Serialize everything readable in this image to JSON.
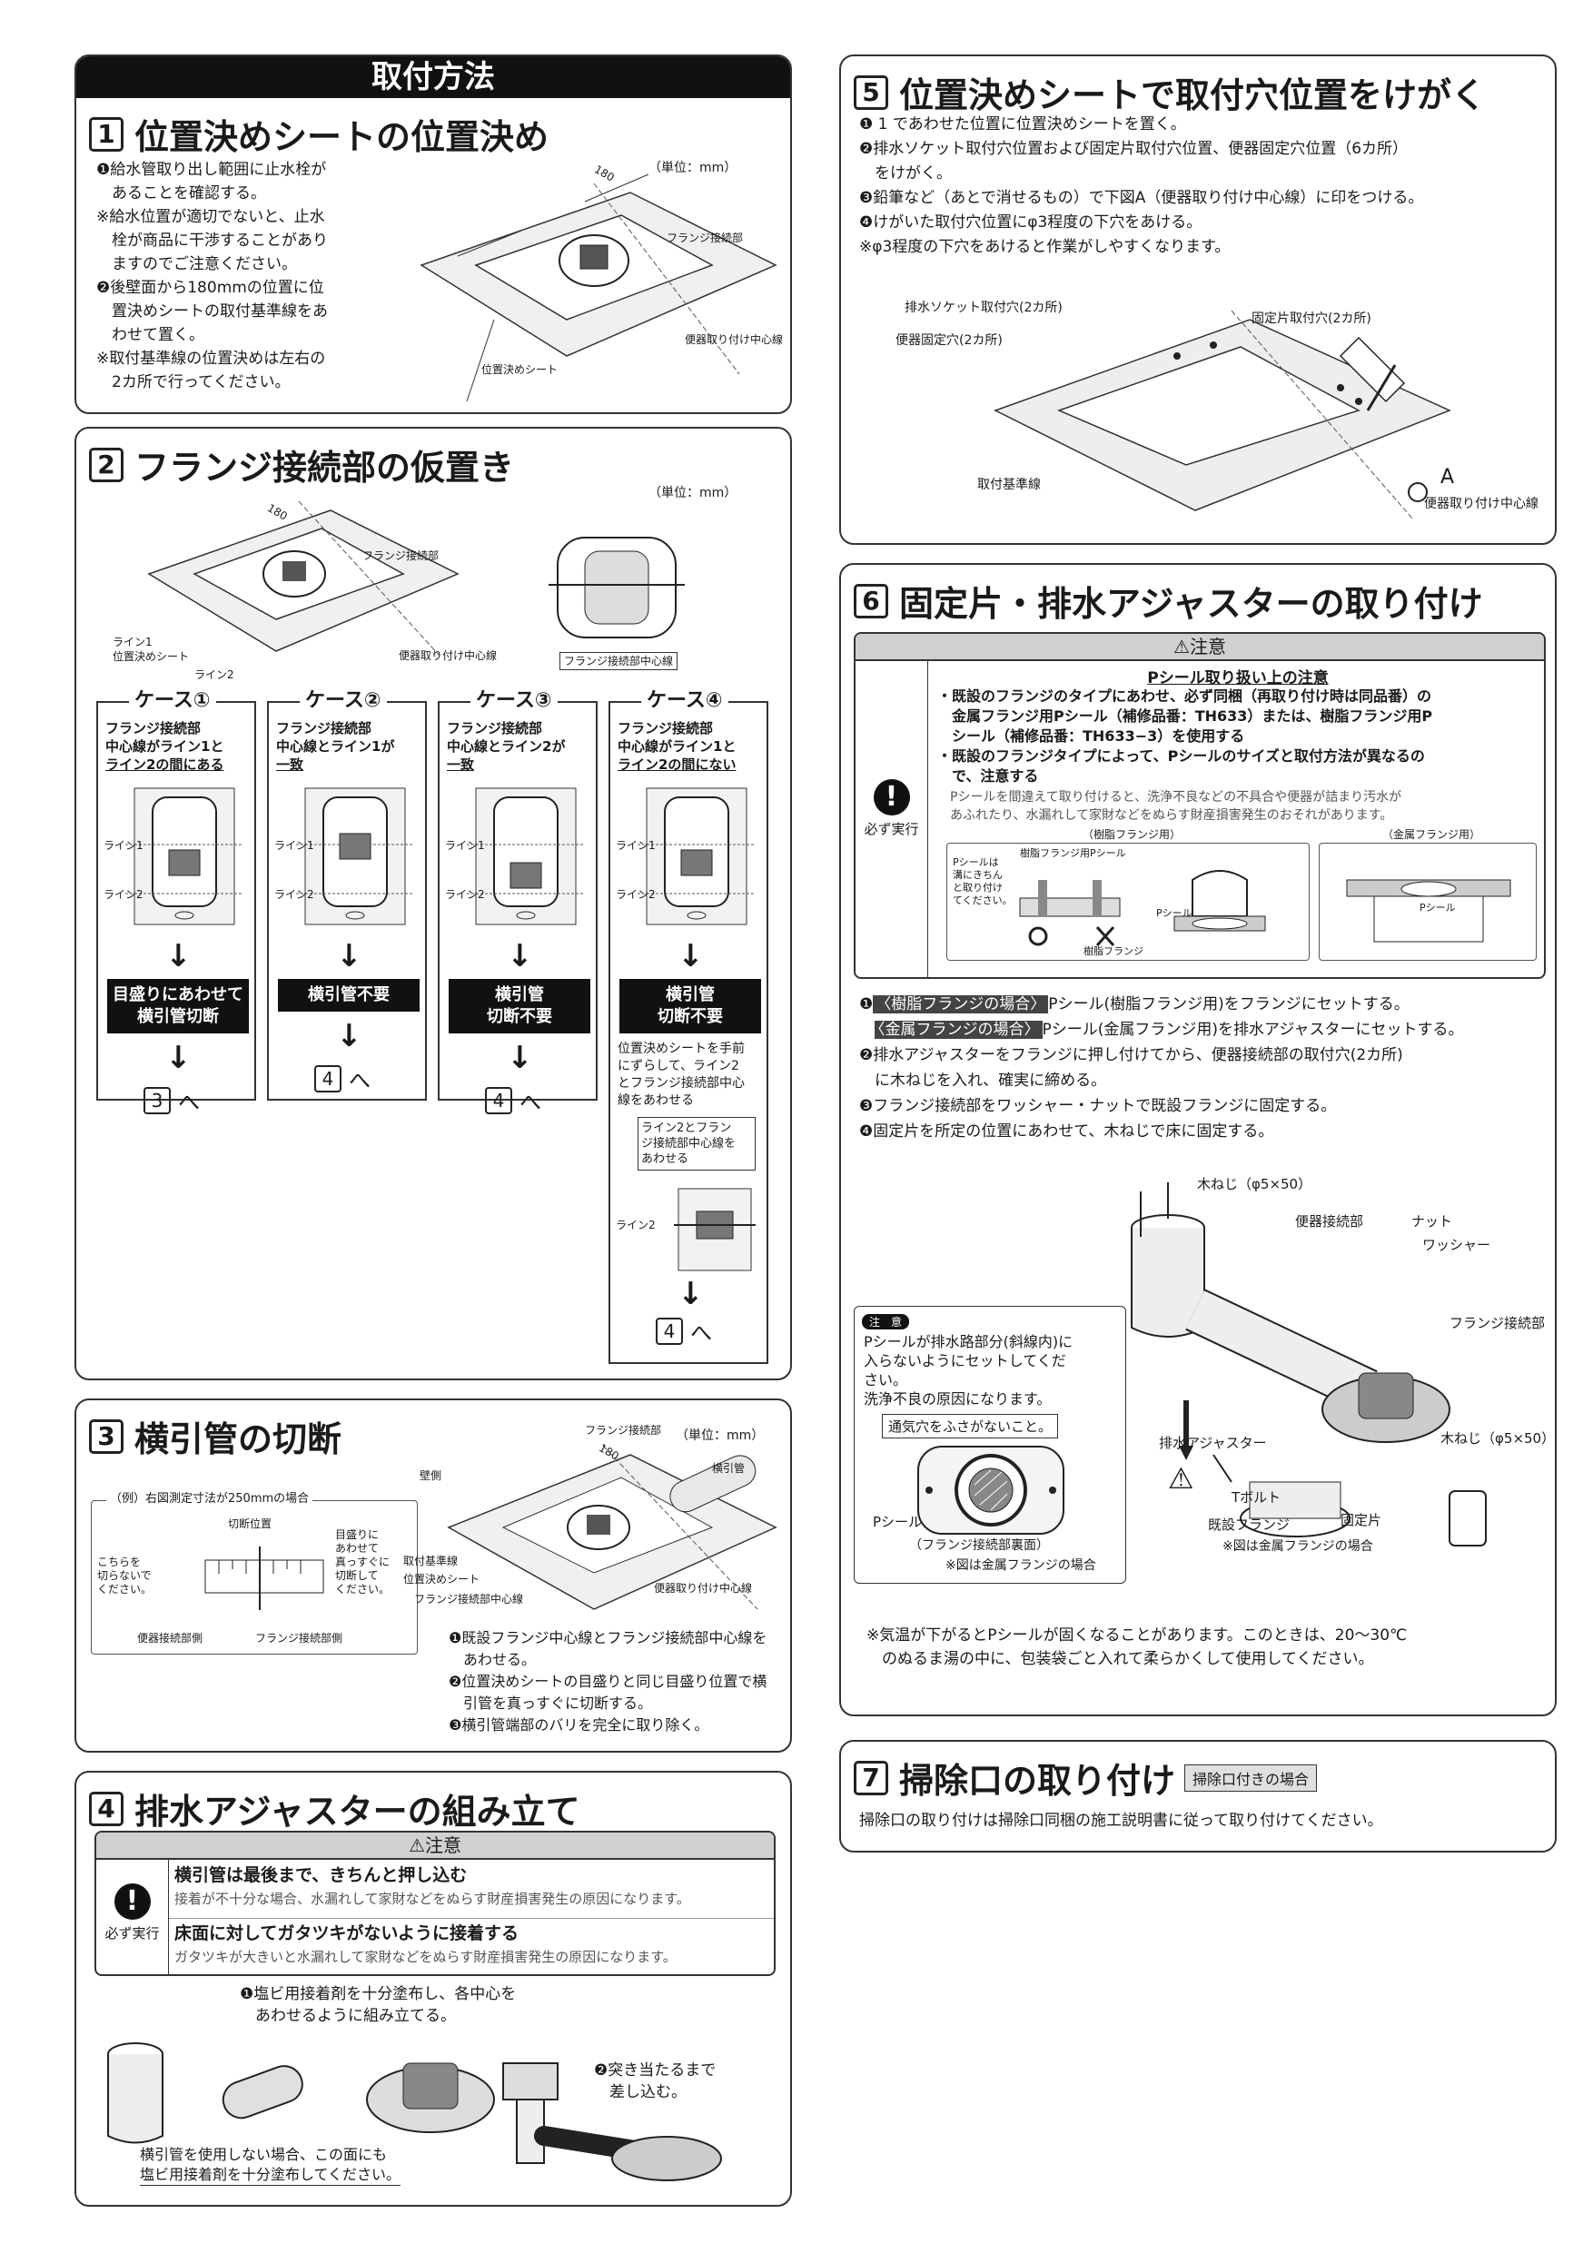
{
  "header": {
    "title": "取付方法"
  },
  "s1": {
    "num": "1",
    "title": "位置決めシートの位置決め",
    "steps": [
      "❶給水管取り出し範囲に止水栓が",
      "　あることを確認する。",
      "※給水位置が適切でないと、止水",
      "　栓が商品に干渉することがあり",
      "　ますのでご注意ください。",
      "❷後壁面から180mmの位置に位",
      "　置決めシートの取付基準線をあ",
      "　わせて置く。",
      "※取付基準線の位置決めは左右の",
      "　2カ所で行ってください。"
    ],
    "unit": "（単位：mm）",
    "dim": "180",
    "labels": {
      "flange": "フランジ接続部",
      "center": "便器取り付け中心線",
      "sheet": "位置決めシート"
    }
  },
  "s2": {
    "num": "2",
    "title": "フランジ接続部の仮置き",
    "unit": "（単位：mm）",
    "dim": "180",
    "labels": {
      "flange": "フランジ接続部",
      "line1": "ライン1",
      "sheet": "位置決めシート",
      "line2": "ライン2",
      "center": "便器取り付け中心線",
      "flangeCenter": "フランジ接続部中心線"
    },
    "cases": [
      {
        "title": "ケース①",
        "desc": [
          "フランジ接続部",
          "中心線がライン1と",
          "ライン2の間にある"
        ],
        "l1": "ライン1",
        "l2": "ライン2",
        "result": [
          "目盛りにあわせて",
          "横引管切断"
        ],
        "ref": "3",
        "he": "へ"
      },
      {
        "title": "ケース②",
        "desc": [
          "フランジ接続部",
          "中心線とライン1が",
          "一致"
        ],
        "l1": "ライン1",
        "l2": "ライン2",
        "result": [
          "横引管不要"
        ],
        "ref": "4",
        "he": "へ"
      },
      {
        "title": "ケース③",
        "desc": [
          "フランジ接続部",
          "中心線とライン2が",
          "一致"
        ],
        "l1": "ライン1",
        "l2": "ライン2",
        "result": [
          "横引管",
          "切断不要"
        ],
        "ref": "4",
        "he": "へ"
      },
      {
        "title": "ケース④",
        "desc": [
          "フランジ接続部",
          "中心線がライン1と",
          "ライン2の間にない"
        ],
        "l1": "ライン1",
        "l2": "ライン2",
        "result": [
          "横引管",
          "切断不要"
        ],
        "ref": "4",
        "he": "へ"
      }
    ],
    "case4extra": [
      "位置決めシートを手前",
      "にずらして、ライン2",
      "とフランジ接続部中心",
      "線をあわせる"
    ],
    "case4note": [
      "ライン2とフラン",
      "ジ接続部中心線を",
      "あわせる"
    ],
    "case4line2": "ライン2"
  },
  "s3": {
    "num": "3",
    "title": "横引管の切断",
    "unit": "（単位：mm）",
    "dim": "180",
    "example": "（例）右図測定寸法が250mmの場合",
    "cutPos": "切断位置",
    "dontCut": [
      "こちらを",
      "切らないで",
      "ください。"
    ],
    "matchCut": [
      "目盛りに",
      "あわせて",
      "真っすぐに",
      "切断して",
      "ください。"
    ],
    "sideA": "便器接続部側",
    "sideB": "フランジ接続部側",
    "labels": {
      "flange": "フランジ接続部",
      "pipe": "横引管",
      "wall": "壁側",
      "base": "取付基準線",
      "sheet": "位置決めシート",
      "flangeCenter": "フランジ接続部中心線",
      "center": "便器取り付け中心線"
    },
    "steps": [
      "❶既設フランジ中心線とフランジ接続部中心線を",
      "　あわせる。",
      "❷位置決めシートの目盛りと同じ目盛り位置で横",
      "　引管を真っすぐに切断する。",
      "❸横引管端部のバリを完全に取り除く。"
    ]
  },
  "s4": {
    "num": "4",
    "title": "排水アジャスターの組み立て",
    "caution": "⚠注意",
    "must": "必ず実行",
    "items": [
      {
        "head": "横引管は最後まで、きちんと押し込む",
        "body": "接着が不十分な場合、水漏れして家財などをぬらす財産損害発生の原因になります。"
      },
      {
        "head": "床面に対してガタツキがないように接着する",
        "body": "ガタツキが大きいと水漏れして家財などをぬらす財産損害発生の原因になります。"
      }
    ],
    "step1": [
      "❶塩ビ用接着剤を十分塗布し、各中心を",
      "　あわせるように組み立てる。"
    ],
    "step2": [
      "❷突き当たるまで",
      "　差し込む。"
    ],
    "note": [
      "横引管を使用しない場合、この面にも",
      "塩ビ用接着剤を十分塗布してください。"
    ]
  },
  "s5": {
    "num": "5",
    "title": "位置決めシートで取付穴位置をけがく",
    "steps": [
      "❶ 1 であわせた位置に位置決めシートを置く。",
      "❷排水ソケット取付穴位置および固定片取付穴位置、便器固定穴位置（6カ所）",
      "　をけがく。",
      "❸鉛筆など（あとで消せるもの）で下図A（便器取り付け中心線）に印をつける。",
      "❹けがいた取付穴位置にφ3程度の下穴をあける。",
      "※φ3程度の下穴をあけると作業がしやすくなります。"
    ],
    "labels": {
      "socket": "排水ソケット取付穴(2カ所)",
      "fix": "固定片取付穴(2カ所)",
      "bowl": "便器固定穴(2カ所)",
      "base": "取付基準線",
      "a": "A",
      "center": "便器取り付け中心線"
    }
  },
  "s6": {
    "num": "6",
    "title": "固定片・排水アジャスターの取り付け",
    "caution": "⚠注意",
    "must": "必ず実行",
    "subhead": "Pシール取り扱い上の注意",
    "text": [
      "・既設のフランジのタイプにあわせ、必ず同梱（再取り付け時は同品番）の",
      "　金属フランジ用Pシール（補修品番：TH633）または、樹脂フランジ用P",
      "　シール（補修品番：TH633−3）を使用する",
      "・既設のフランジタイプによって、Pシールのサイズと取付方法が異なるの",
      "　で、注意する"
    ],
    "gray": [
      "　Pシールを間違えて取り付けると、洗浄不良などの不具合や便器が詰まり汚水が",
      "　あふれたり、水漏れして家財などをぬらす財産損害発生のおそれがあります。"
    ],
    "resinFor": "（樹脂フランジ用）",
    "metalFor": "（金属フランジ用）",
    "pnote": [
      "Pシールは",
      "溝にきちん",
      "と取り付け",
      "てください。"
    ],
    "resinP": "樹脂フランジ用Pシール",
    "resinFlange": "樹脂フランジ",
    "pseal": "Pシール",
    "steps": [
      {
        "pre": "❶",
        "hl": "〈樹脂フランジの場合〉",
        "text": "Pシール(樹脂フランジ用)をフランジにセットする。"
      },
      {
        "pre": "　",
        "hl": "〈金属フランジの場合〉",
        "text": "Pシール(金属フランジ用)を排水アジャスターにセットする。"
      },
      {
        "pre": "",
        "hl": "",
        "text": "❷排水アジャスターをフランジに押し付けてから、便器接続部の取付穴(2カ所)"
      },
      {
        "pre": "",
        "hl": "",
        "text": "　に木ねじを入れ、確実に締める。"
      },
      {
        "pre": "",
        "hl": "",
        "text": "❸フランジ接続部をワッシャー・ナットで既設フランジに固定する。"
      },
      {
        "pre": "",
        "hl": "",
        "text": "❹固定片を所定の位置にあわせて、木ねじで床に固定する。"
      }
    ],
    "labels": {
      "screw1": "木ねじ（φ5×50）",
      "bowlConn": "便器接続部",
      "nut": "ナット",
      "washer": "ワッシャー",
      "flangeConn": "フランジ接続部",
      "adjuster": "排水アジャスター",
      "screw2": "木ねじ（φ5×50）",
      "tbolt": "Tボルト",
      "existing": "既設フランジ",
      "fixPiece": "固定片",
      "metalNote": "※図は金属フランジの場合"
    },
    "note": {
      "tag": "注　意",
      "text": [
        "Pシールが排水路部分(斜線内)に",
        "入らないようにセットしてくだ",
        "さい。",
        "洗浄不良の原因になります。"
      ],
      "vent": "通気穴をふさがないこと。",
      "pseal": "Pシール",
      "back": "（フランジ接続部裏面）",
      "metal": "※図は金属フランジの場合"
    },
    "footer": [
      "※気温が下がるとPシールが固くなることがあります。このときは、20〜30℃",
      "　のぬるま湯の中に、包装袋ごと入れて柔らかくして使用してください。"
    ]
  },
  "s7": {
    "num": "7",
    "title": "掃除口の取り付け",
    "badge": "掃除口付きの場合",
    "text": "掃除口の取り付けは掃除口同梱の施工説明書に従って取り付けてください。"
  },
  "icons": [
    "caution-triangle-icon",
    "must-do-icon",
    "down-arrow-icon"
  ]
}
